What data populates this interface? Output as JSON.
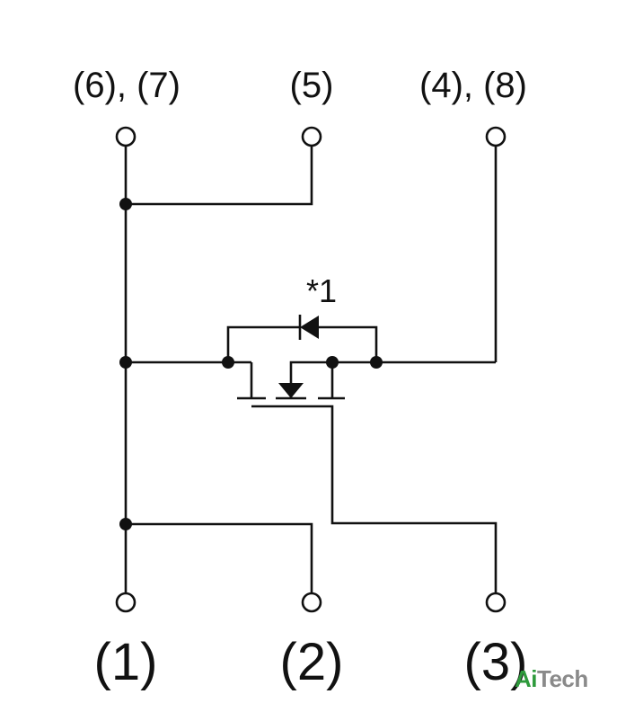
{
  "labels": {
    "pin_top_left": "(6), (7)",
    "pin_top_mid": "(5)",
    "pin_top_right": "(4), (8)",
    "pin_bottom_left": "(1)",
    "pin_bottom_mid": "(2)",
    "pin_bottom_right": "(3)",
    "diode_note": "*1"
  },
  "watermark": {
    "prefix": "Ai",
    "suffix": "Tech",
    "prefix_color": "#2e9a3c",
    "suffix_color": "#8a8a8a"
  }
}
